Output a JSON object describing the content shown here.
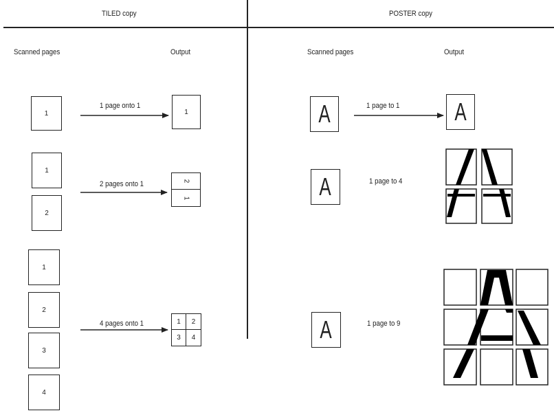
{
  "tiled": {
    "title": "TILED copy",
    "scanned_label": "Scanned pages",
    "output_label": "Output",
    "rows": [
      {
        "label": "1 page onto 1",
        "pages": [
          "1"
        ],
        "output": [
          "1"
        ]
      },
      {
        "label": "2 pages onto 1",
        "pages": [
          "1",
          "2"
        ],
        "output": [
          "2",
          "1"
        ]
      },
      {
        "label": "4 pages onto 1",
        "pages": [
          "1",
          "2",
          "3",
          "4"
        ],
        "output": [
          "1",
          "2",
          "3",
          "4"
        ]
      }
    ]
  },
  "poster": {
    "title": "POSTER copy",
    "scanned_label": "Scanned pages",
    "output_label": "Output",
    "rows": [
      {
        "label": "1 page to 1",
        "page": "A",
        "output": "A"
      },
      {
        "label": "1 page to 4",
        "page": "A"
      },
      {
        "label": "1 page to 9",
        "page": "A"
      }
    ]
  }
}
